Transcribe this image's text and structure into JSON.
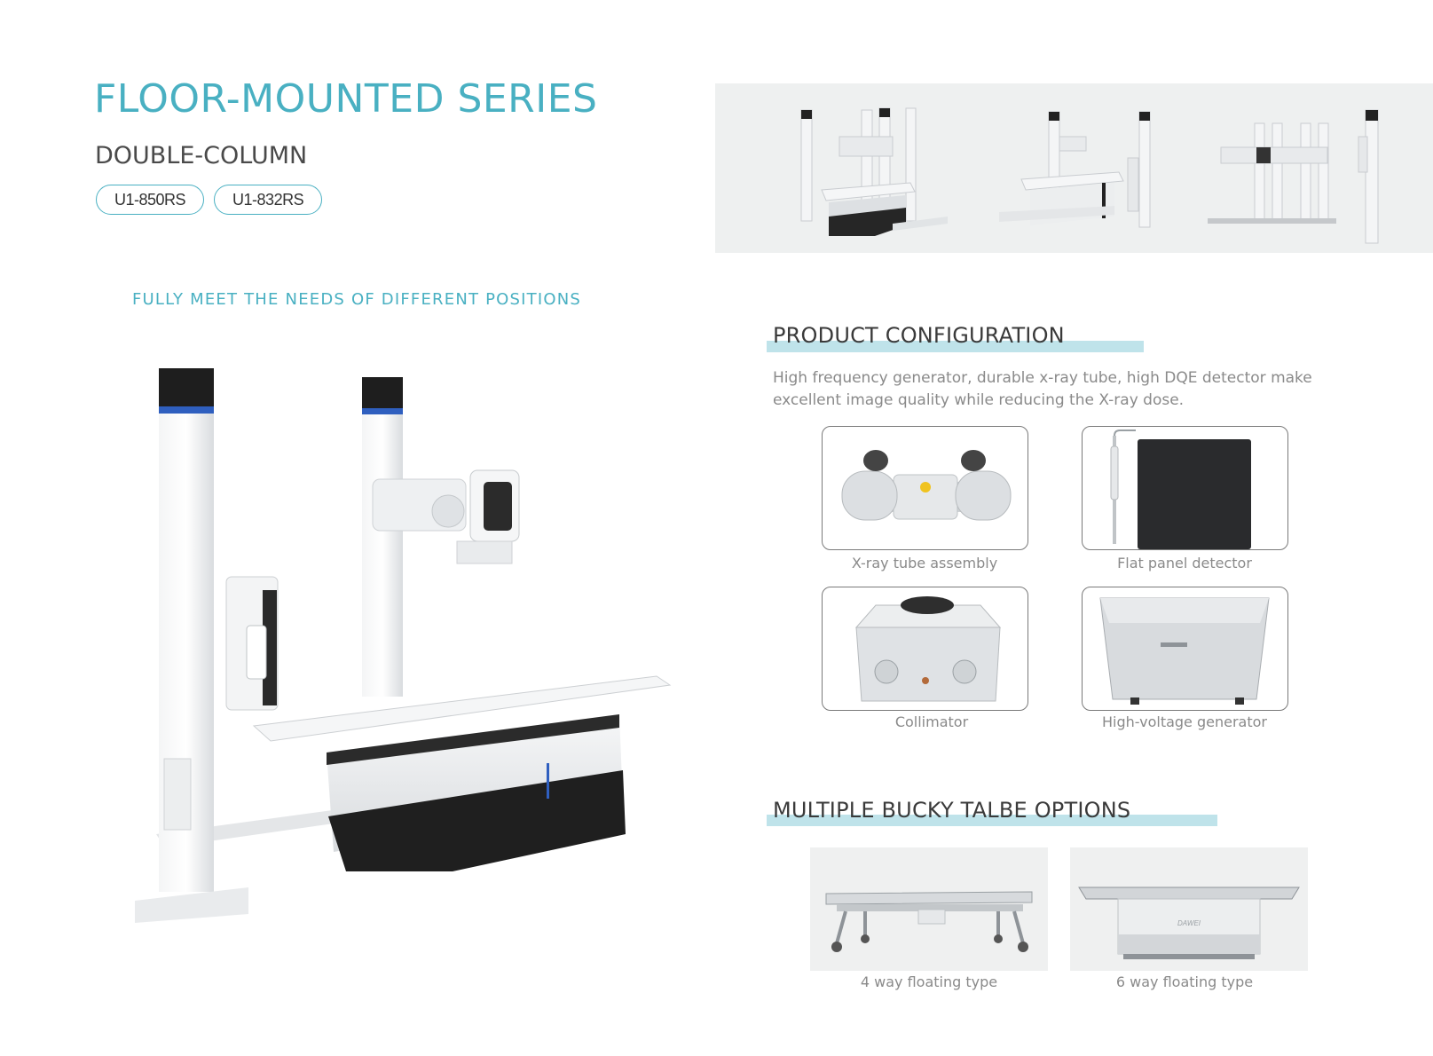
{
  "header": {
    "title": "FLOOR-MOUNTED SERIES",
    "subtitle": "DOUBLE-COLUMN",
    "models": [
      "U1-850RS",
      "U1-832RS"
    ],
    "tagline": "FULLY MEET THE NEEDS OF DIFFERENT POSITIONS"
  },
  "config": {
    "heading": "PRODUCT CONFIGURATION",
    "description": "High frequency generator, durable x-ray tube, high DQE detector make excellent image quality while reducing the X-ray dose.",
    "components": [
      {
        "label": "X-ray tube assembly"
      },
      {
        "label": "Flat panel detector"
      },
      {
        "label": "Collimator"
      },
      {
        "label": "High-voltage generator"
      }
    ]
  },
  "bucky": {
    "heading": "MULTIPLE BUCKY TALBE OPTIONS",
    "options": [
      {
        "label": "4 way floating type",
        "brand": ""
      },
      {
        "label": "6 way floating type",
        "brand": "DAWEI"
      }
    ]
  },
  "colors": {
    "accent": "#49b0c2",
    "highlight": "#bfe3ea",
    "strip_bg": "#eef0f0",
    "column_cap": "#1e1e1e",
    "column_band": "#2f5fbf"
  }
}
